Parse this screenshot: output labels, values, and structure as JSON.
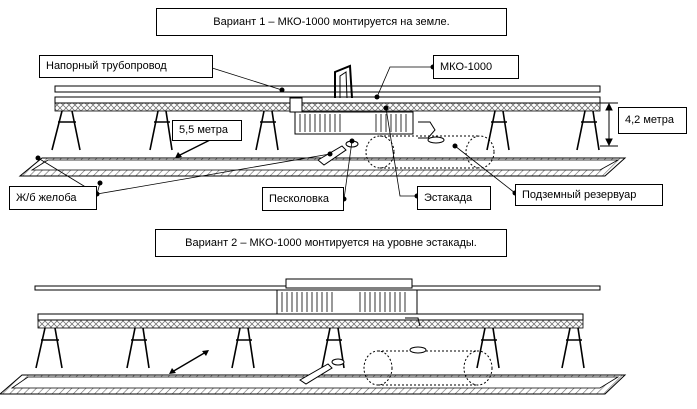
{
  "variant1": {
    "title": "Вариант 1 – МКО-1000 монтируется на земле.",
    "labels": {
      "pipe": "Напорный трубопровод",
      "mko": "МКО-1000",
      "height": "4,2 метра",
      "distance": "5,5 метра",
      "trough": "Ж/б желоба",
      "sand_trap": "Песколовка",
      "trestle": "Эстакада",
      "tank": "Подземный резервуар"
    }
  },
  "variant2": {
    "title": "Вариант 2 – МКО-1000 монтируется на уровне эстакады."
  },
  "colors": {
    "line": "#000000",
    "hatch": "#666666",
    "background": "#ffffff"
  }
}
